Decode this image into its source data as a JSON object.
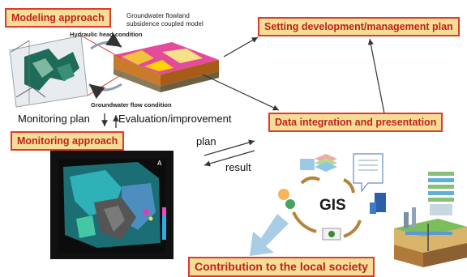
{
  "boxes": {
    "modeling": "Modeling approach",
    "monitoring": "Monitoring approach",
    "setting": "Setting development/management plan",
    "integration": "Data integration and presentation",
    "contribution": "Contribution to the local society"
  },
  "labels": {
    "coupled_model": "Groundwater flowland subsidence coupled model",
    "hydraulic": "Hydraulic head condition",
    "flow_condition": "Groundwater flow condition",
    "monitoring_plan": "Monitoring plan",
    "evaluation": "Evaluation/improvement",
    "plan": "plan",
    "result": "result",
    "gis": "GIS"
  },
  "colors": {
    "box_fill": "#f4dd96",
    "box_border": "#e03a2f",
    "box_text": "#c0221c",
    "arrow": "#333333",
    "big_arrow": "#a9cde6"
  }
}
